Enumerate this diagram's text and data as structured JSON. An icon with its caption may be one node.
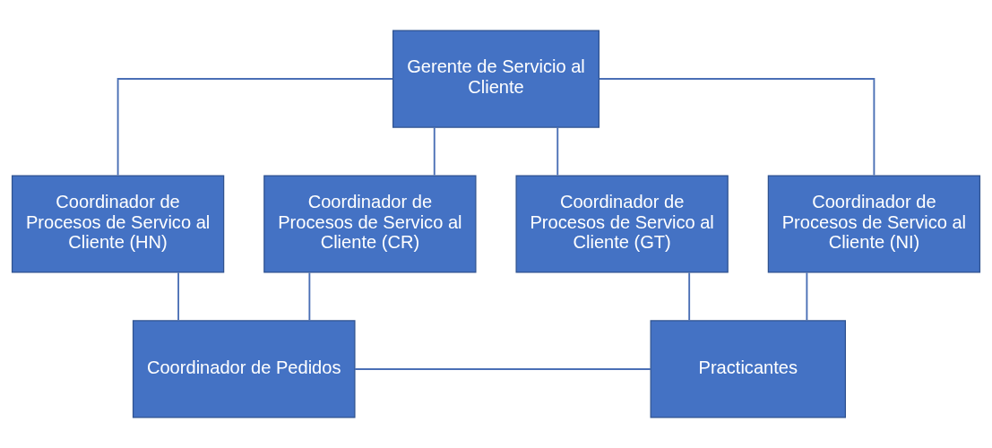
{
  "diagram": {
    "nodes": [
      {
        "text": [
          "Gerente de Servicio al Cliente"
        ]
      },
      {
        "text": [
          "Coordinador de Procesos de Servico al Cliente (HN)"
        ]
      },
      {
        "text": [
          "Coordinador de Procesos de Servico al Cliente (CR)"
        ]
      },
      {
        "text": [
          "Coordinador de Procesos de Servico al Cliente (GT)"
        ]
      },
      {
        "text": [
          "Coordinador de Procesos de Servico al Cliente (NI)"
        ]
      },
      {
        "text": [
          "Coordinador de Pedidos"
        ]
      },
      {
        "text": [
          "Practicantes"
        ]
      }
    ],
    "edges": [
      {
        "from": 0,
        "to": 1,
        "arrow": "none"
      },
      {
        "from": 0,
        "to": 2,
        "arrow": "none"
      },
      {
        "from": 0,
        "to": 3,
        "arrow": "none"
      },
      {
        "from": 0,
        "to": 4,
        "arrow": "none"
      },
      {
        "from": 1,
        "to": 5,
        "arrow": "none"
      },
      {
        "from": 2,
        "to": 5,
        "arrow": "none"
      },
      {
        "from": 3,
        "to": 6,
        "arrow": "none"
      },
      {
        "from": 4,
        "to": 6,
        "arrow": "none"
      },
      {
        "from": 5,
        "to": 6,
        "arrow": "none"
      }
    ]
  }
}
